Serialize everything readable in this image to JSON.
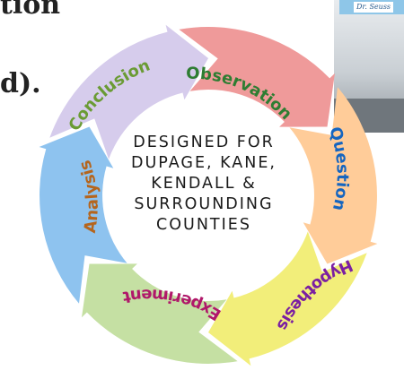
{
  "background_text": {
    "line1": "tion",
    "line2": "d)."
  },
  "photo": {
    "sign": "Dr. Seuss"
  },
  "cycle": {
    "steps": [
      {
        "label": "Observation",
        "color": "#ef9a9a",
        "text_color": "#2e7d32"
      },
      {
        "label": "Question",
        "color": "#ffcc99",
        "text_color": "#1565c0"
      },
      {
        "label": "Hypothesis",
        "color": "#f2ee7a",
        "text_color": "#7b1fa2"
      },
      {
        "label": "Experiment",
        "color": "#c5e0a3",
        "text_color": "#b0186a"
      },
      {
        "label": "Analysis",
        "color": "#8ec3ef",
        "text_color": "#b5651d"
      },
      {
        "label": "Conclusion",
        "color": "#d6ccec",
        "text_color": "#6a9b34"
      }
    ]
  },
  "center_text": {
    "lines": [
      "DESIGNED FOR",
      "DUPAGE, KANE,",
      "KENDALL &",
      "SURROUNDING",
      "COUNTIES"
    ]
  }
}
